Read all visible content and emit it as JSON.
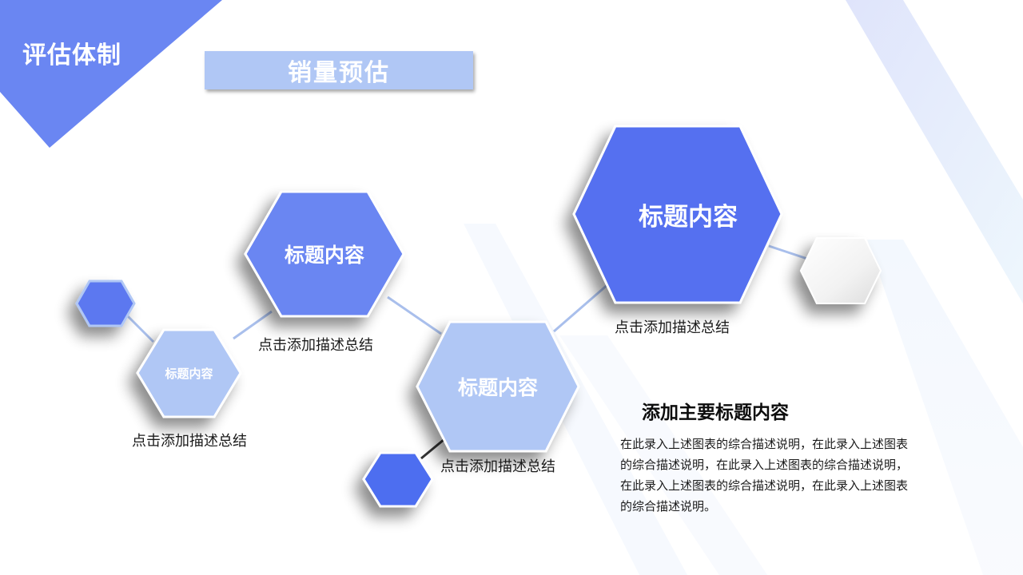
{
  "header": {
    "corner_title": "评估体制",
    "section_title": "销量预估"
  },
  "colors": {
    "primary_blue": "#5470f0",
    "medium_blue": "#6a86f2",
    "light_blue": "#b0c7f5",
    "corner_blue": "#6a86f2",
    "connector": "#a9bfec",
    "dark_connector": "#333333",
    "text_dark": "#1a1a1a"
  },
  "diagram": {
    "nodes": [
      {
        "id": "hex-small-left",
        "label": "",
        "color": "#5c78f0"
      },
      {
        "id": "hex-medium-left",
        "label": "标题内容",
        "caption": "点击添加描述总结",
        "color": "#b0c7f5"
      },
      {
        "id": "hex-upper-left",
        "label": "标题内容",
        "caption": "点击添加描述总结",
        "color": "#6a86f2"
      },
      {
        "id": "hex-center",
        "label": "标题内容",
        "caption": "点击添加描述总结",
        "color": "#b0c7f5"
      },
      {
        "id": "hex-small-bottom",
        "label": "",
        "color": "#4d6ef0"
      },
      {
        "id": "hex-large-right",
        "label": "标题内容",
        "caption": "点击添加描述总结",
        "color": "#5470f0"
      },
      {
        "id": "hex-gray-right",
        "label": "",
        "color": "#f0f0f0"
      }
    ]
  },
  "summary": {
    "heading": "添加主要标题内容",
    "body": "在此录入上述图表的综合描述说明，在此录入上述图表的综合描述说明，在此录入上述图表的综合描述说明，在此录入上述图表的综合描述说明，在此录入上述图表的综合描述说明。"
  }
}
